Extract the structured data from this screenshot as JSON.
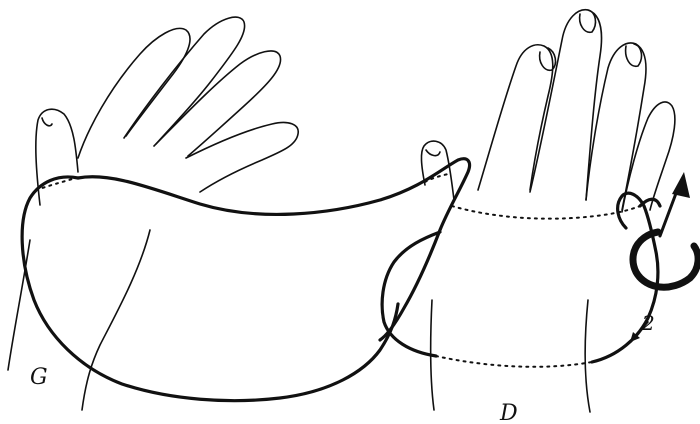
{
  "labels": {
    "left_hand": "G",
    "right_hand": "D",
    "step_number": "2"
  },
  "colors": {
    "ink": "#111111",
    "paper": "#ffffff"
  }
}
